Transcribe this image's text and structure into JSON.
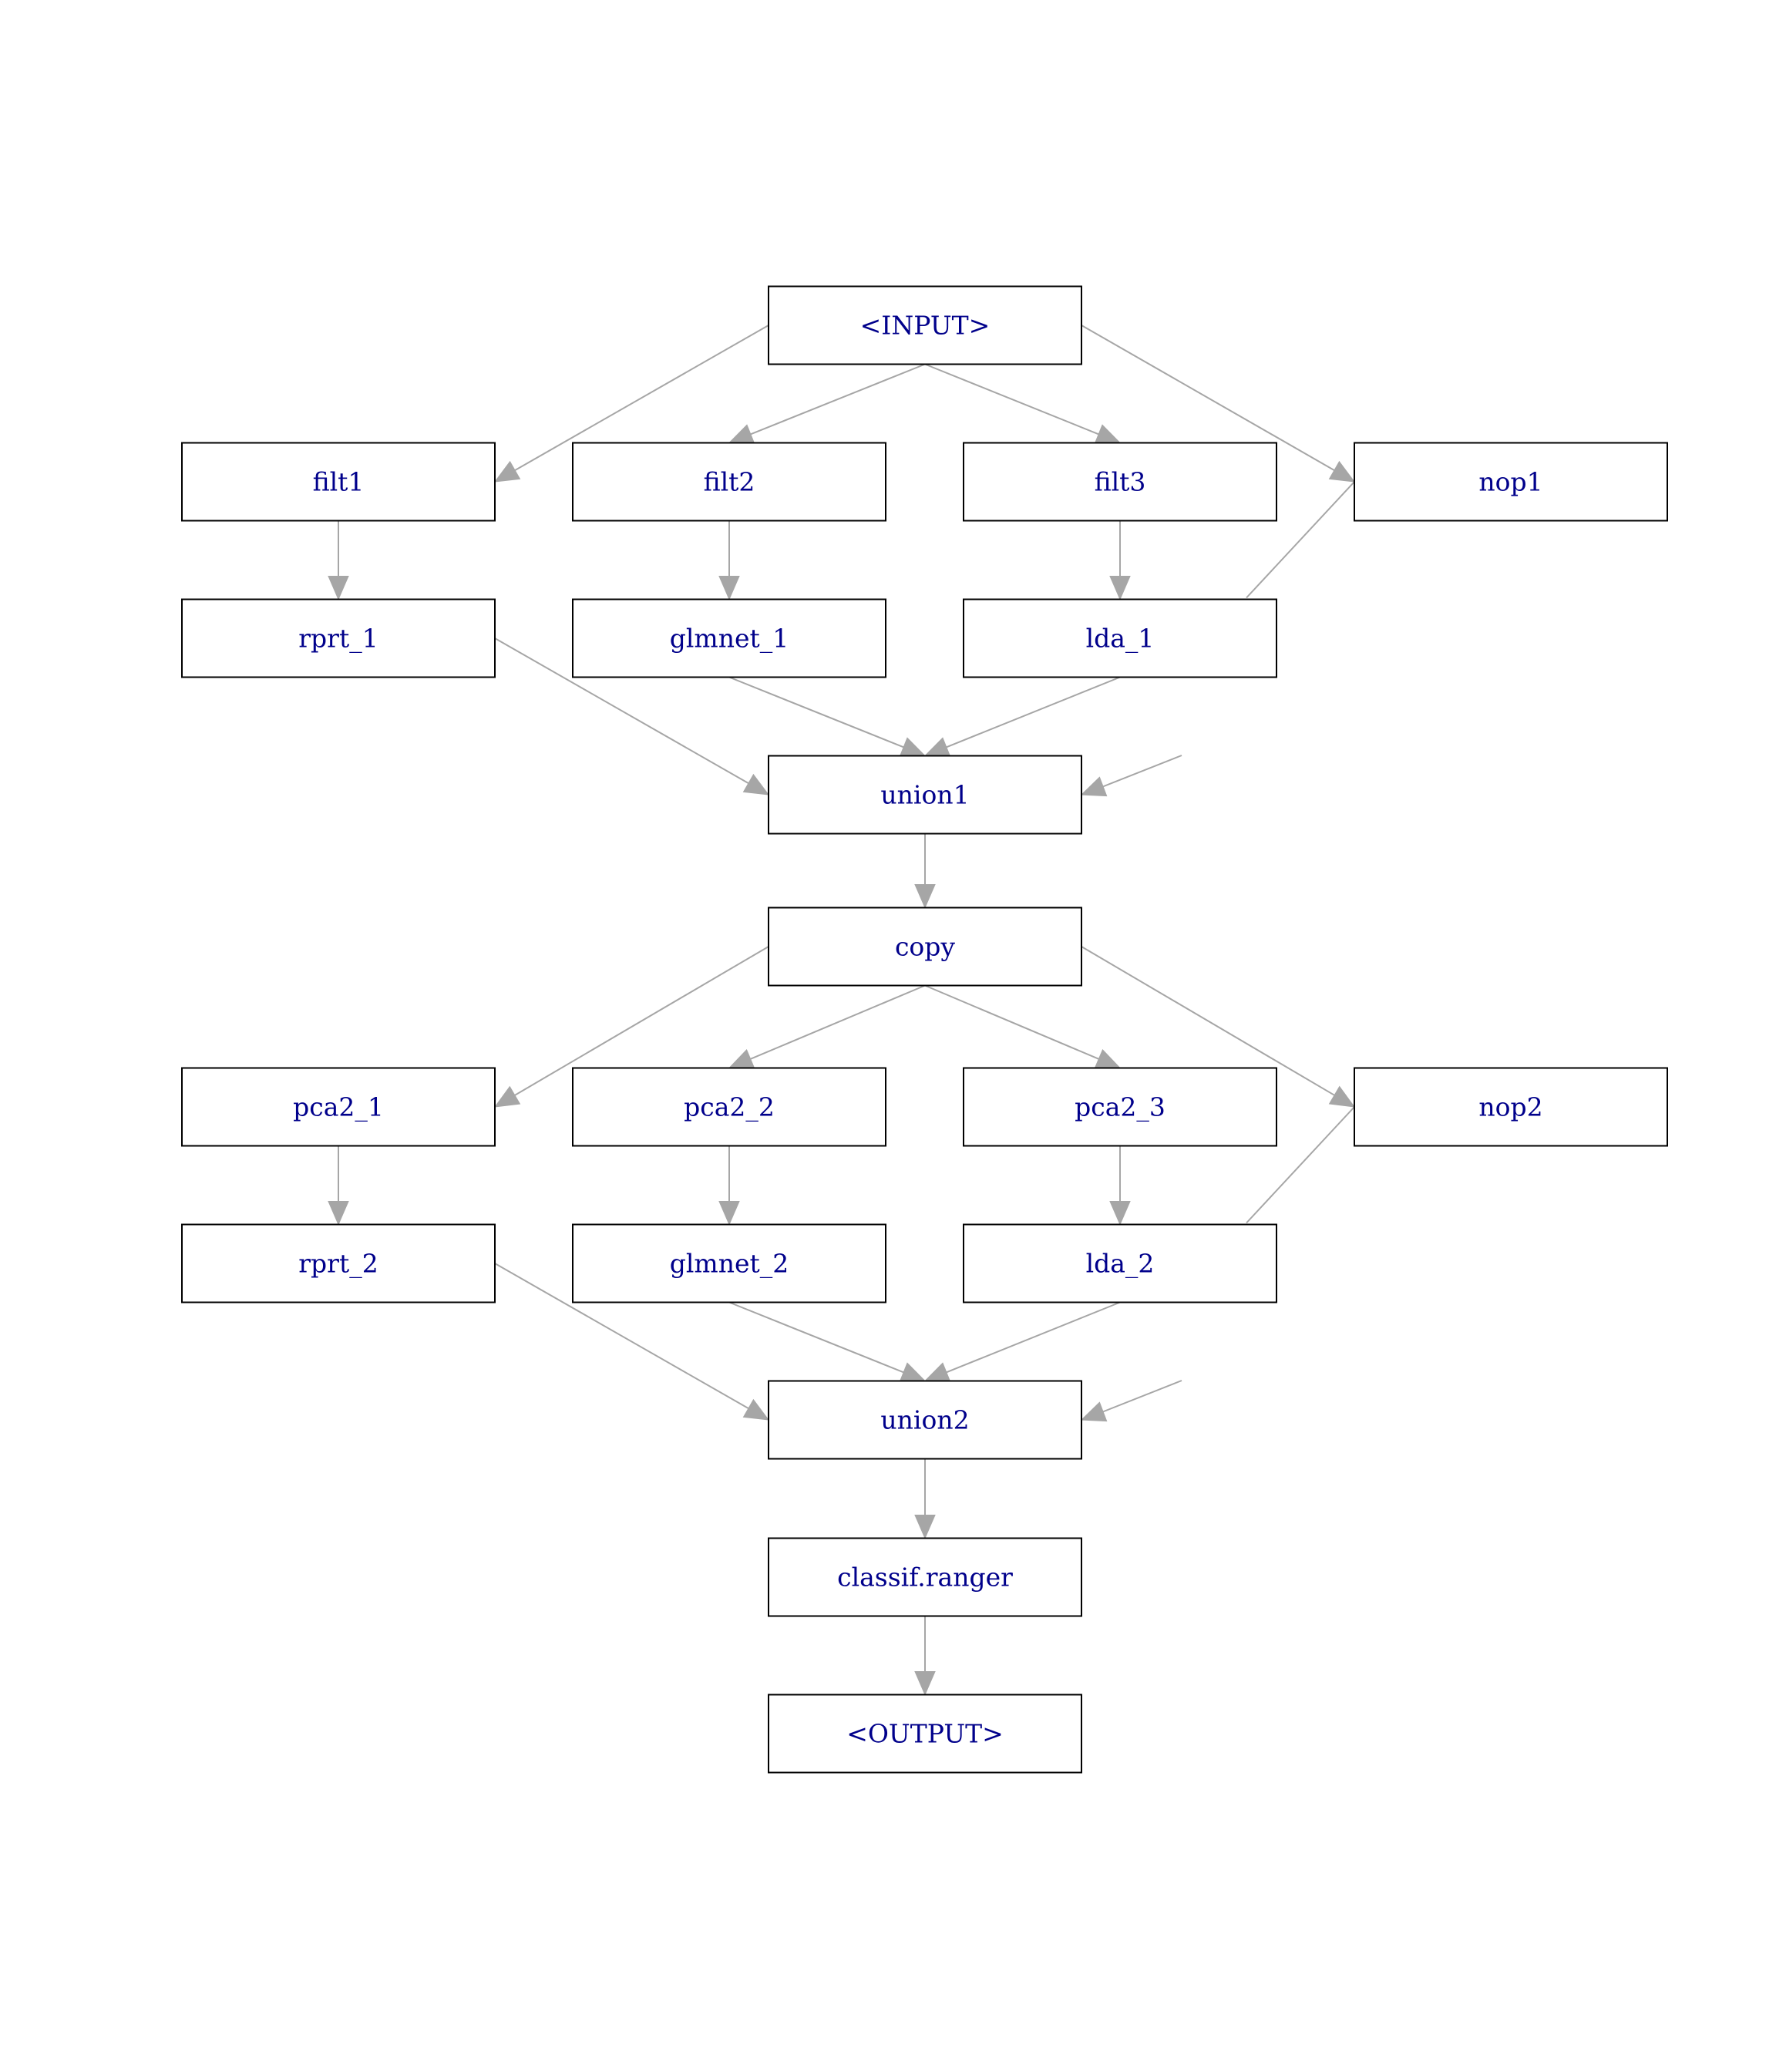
{
  "diagram": {
    "type": "pipeline-graph",
    "colors": {
      "label": "#00008b",
      "edge": "#a6a6a6",
      "box_border": "#000000",
      "background": "#ffffff"
    },
    "nodes": [
      {
        "id": "input",
        "label": "<INPUT>"
      },
      {
        "id": "filt1",
        "label": "filt1"
      },
      {
        "id": "filt2",
        "label": "filt2"
      },
      {
        "id": "filt3",
        "label": "filt3"
      },
      {
        "id": "nop1",
        "label": "nop1"
      },
      {
        "id": "rprt_1",
        "label": "rprt_1"
      },
      {
        "id": "glmnet_1",
        "label": "glmnet_1"
      },
      {
        "id": "lda_1",
        "label": "lda_1"
      },
      {
        "id": "union1",
        "label": "union1"
      },
      {
        "id": "copy",
        "label": "copy"
      },
      {
        "id": "pca2_1",
        "label": "pca2_1"
      },
      {
        "id": "pca2_2",
        "label": "pca2_2"
      },
      {
        "id": "pca2_3",
        "label": "pca2_3"
      },
      {
        "id": "nop2",
        "label": "nop2"
      },
      {
        "id": "rprt_2",
        "label": "rprt_2"
      },
      {
        "id": "glmnet_2",
        "label": "glmnet_2"
      },
      {
        "id": "lda_2",
        "label": "lda_2"
      },
      {
        "id": "union2",
        "label": "union2"
      },
      {
        "id": "classif_ranger",
        "label": "classif.ranger"
      },
      {
        "id": "output",
        "label": "<OUTPUT>"
      }
    ],
    "edges": [
      {
        "from": "input",
        "to": "filt1"
      },
      {
        "from": "input",
        "to": "filt2"
      },
      {
        "from": "input",
        "to": "filt3"
      },
      {
        "from": "input",
        "to": "nop1"
      },
      {
        "from": "filt1",
        "to": "rprt_1"
      },
      {
        "from": "filt2",
        "to": "glmnet_1"
      },
      {
        "from": "filt3",
        "to": "lda_1"
      },
      {
        "from": "rprt_1",
        "to": "union1"
      },
      {
        "from": "glmnet_1",
        "to": "union1"
      },
      {
        "from": "lda_1",
        "to": "union1"
      },
      {
        "from": "nop1",
        "to": "union1"
      },
      {
        "from": "union1",
        "to": "copy"
      },
      {
        "from": "copy",
        "to": "pca2_1"
      },
      {
        "from": "copy",
        "to": "pca2_2"
      },
      {
        "from": "copy",
        "to": "pca2_3"
      },
      {
        "from": "copy",
        "to": "nop2"
      },
      {
        "from": "pca2_1",
        "to": "rprt_2"
      },
      {
        "from": "pca2_2",
        "to": "glmnet_2"
      },
      {
        "from": "pca2_3",
        "to": "lda_2"
      },
      {
        "from": "rprt_2",
        "to": "union2"
      },
      {
        "from": "glmnet_2",
        "to": "union2"
      },
      {
        "from": "lda_2",
        "to": "union2"
      },
      {
        "from": "nop2",
        "to": "union2"
      },
      {
        "from": "union2",
        "to": "classif_ranger"
      },
      {
        "from": "classif_ranger",
        "to": "output"
      }
    ]
  }
}
